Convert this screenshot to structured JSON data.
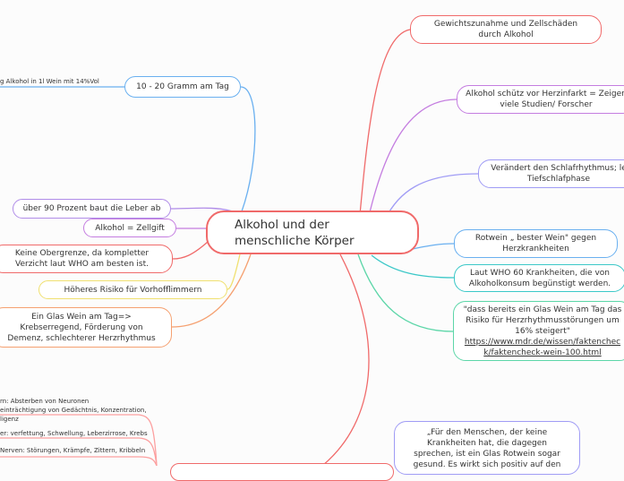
{
  "center": {
    "title": "Alkohol und der\nmenschliche Körper"
  },
  "right": [
    {
      "text": "Gewichtszunahme und Zellschäden\ndurch Alkohol",
      "color": "#f06a6a"
    },
    {
      "text": "Alkohol schütz vor Herzinfarkt = Zeigen\nviele Studien/ Forscher",
      "color": "#c47de0"
    },
    {
      "text": "Verändert den Schlafrhythmus; le\nTiefschlafphase",
      "color": "#a09cf5"
    },
    {
      "text": "Rotwein „ bester Wein\" gegen\nHerzkrankheiten",
      "color": "#6ab0f0"
    },
    {
      "text": "Laut WHO 60 Krankheiten, die von\nAlkoholkonsum begünstigt werden.",
      "color": "#3cc8c8"
    },
    {
      "text": "\"dass bereits ein Glas Wein am Tag das\nRisiko für Herzrhythmusstörungen um\n16% steigert\"",
      "link": "https://www.mdr.de/wissen/faktencheck/faktencheck-wein-100.html",
      "link_display": "https://www.mdr.de/wissen/faktenchec\nk/faktencheck-wein-100.html",
      "color": "#5cd6a8"
    },
    {
      "text": "„Für den Menschen, der keine\nKrankheiten hat, die dagegen\nsprechen, ist ein Glas Rotwein sogar\ngesund. Es wirkt sich positiv auf den",
      "color": "#a09cf5"
    }
  ],
  "left": [
    {
      "text": "10 - 20  Gramm am Tag",
      "color": "#6ab0f0",
      "leaf": "g Alkohol in 1l Wein mit 14%Vol"
    },
    {
      "text": "über 90 Prozent baut die Leber ab",
      "color": "#b08ce8"
    },
    {
      "text": "Alkohol = Zellgift",
      "color": "#c47de0"
    },
    {
      "text": "Keine Obergrenze, da kompletter\nVerzicht laut WHO am besten ist.",
      "color": "#f06a6a"
    },
    {
      "text": "Höheres Risiko für Vorhofflimmern",
      "color": "#f0e070"
    },
    {
      "text": "Ein Glas Wein am Tag=>\nKrebserregend, Förderung von\nDemenz, schlechterer Herzrhythmus",
      "color": "#f5a070"
    }
  ],
  "bottom_leaves": [
    "rn: Absterben von Neuronen\neinträchtigung von Gedächtnis, Konzentration,\nligenz",
    "er: verfettung, Schwellung, Leberzirrose, Krebs",
    "Nerven: Störungen, Krämpfe, Zittern, Kribbeln"
  ]
}
